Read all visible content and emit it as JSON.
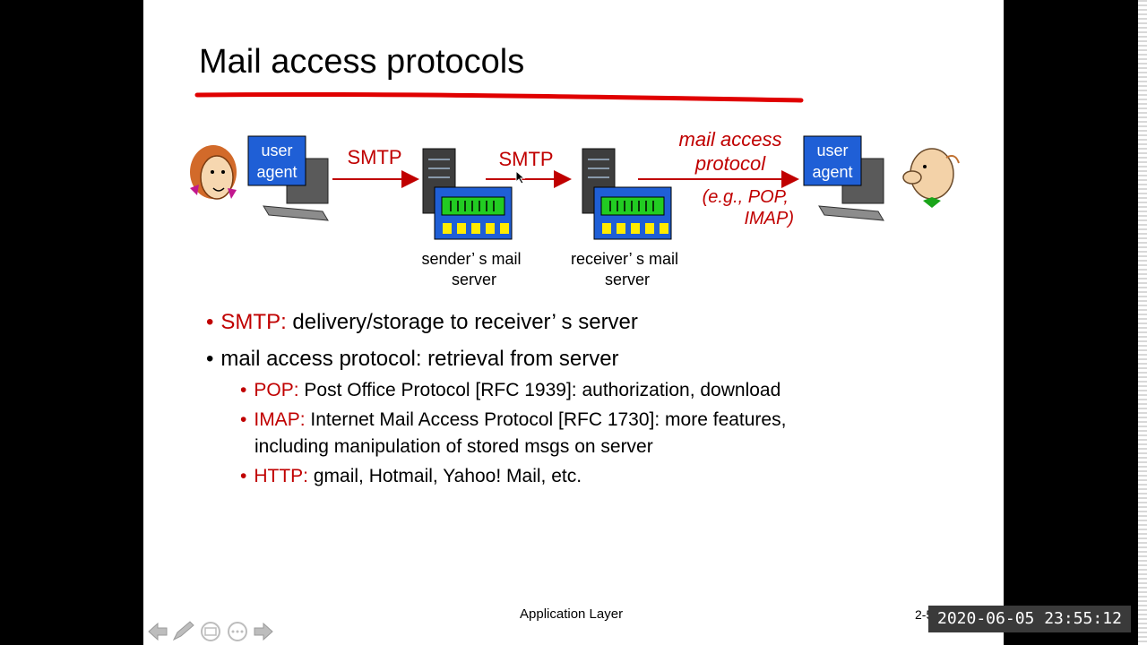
{
  "slide": {
    "title": "Mail access protocols",
    "diagram": {
      "left_agent_label_1": "user",
      "left_agent_label_2": "agent",
      "right_agent_label_1": "user",
      "right_agent_label_2": "agent",
      "arrow1_label": "SMTP",
      "arrow2_label": "SMTP",
      "access_label_1": "mail access",
      "access_label_2": "protocol",
      "access_example_1": "(e.g., POP,",
      "access_example_2": "IMAP)",
      "sender_server_1": "sender’ s mail",
      "sender_server_2": "server",
      "receiver_server_1": "receiver’ s mail",
      "receiver_server_2": "server"
    },
    "bullets": [
      {
        "term": "SMTP:",
        "text": " delivery/storage to receiver’ s server"
      },
      {
        "term": "",
        "text": "mail access protocol: retrieval from server"
      }
    ],
    "sub_bullets": [
      {
        "term": "POP:",
        "text": " Post Office Protocol [RFC 1939]: authorization, download"
      },
      {
        "term": "IMAP:",
        "text": " Internet Mail Access Protocol [RFC 1730]: more features,"
      },
      {
        "term": "",
        "text": "including manipulation of stored msgs on server"
      },
      {
        "term": "HTTP:",
        "text": " gmail, Hotmail, Yahoo! Mail, etc."
      }
    ],
    "footer": "Application Layer",
    "page_number": "2-5"
  },
  "overlay": {
    "timestamp": "2020-06-05  23:55:12"
  },
  "colors": {
    "accent_red": "#c00000",
    "agent_blue": "#1f5fd6",
    "server_green": "#22cc22"
  },
  "toolbar_icons": [
    "back-arrow-icon",
    "pen-icon",
    "slide-view-icon",
    "more-icon",
    "forward-arrow-icon"
  ]
}
